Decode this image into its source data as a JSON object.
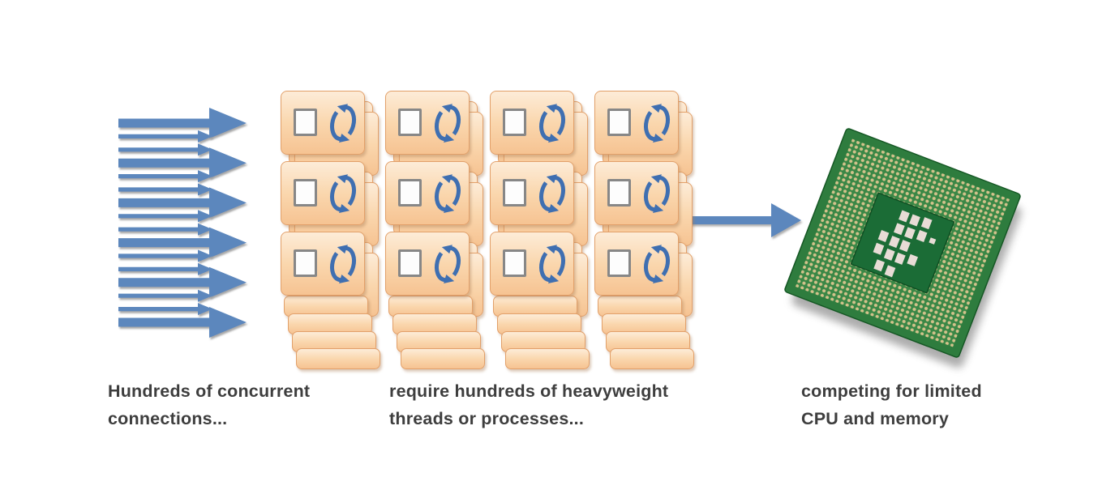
{
  "captions": [
    {
      "line1": "Hundreds of concurrent",
      "line2": "connections..."
    },
    {
      "line1": "require hundreds of heavyweight",
      "line2": "threads or processes..."
    },
    {
      "line1": "competing for limited",
      "line2": "CPU and memory"
    }
  ],
  "caption_text_color": "#3e3e3e",
  "connections_arrows": {
    "total": 16,
    "thick_count": 6,
    "thin_count": 10,
    "thick_every": 3,
    "color": "#5b87bd",
    "shadow_color": "#999999"
  },
  "process_grid": {
    "columns": 4,
    "rows": 3,
    "stack_edges_per_column": 4,
    "card_top_color": "#fdecd8",
    "card_mid_color": "#fad7ae",
    "card_bottom_color": "#f6c392",
    "card_border_color": "#e2a06a",
    "card_shadow_color": "rgba(170,125,85,0.4)",
    "checkbox_border_color": "#878787",
    "refresh_icon_color": "#3f6fb1"
  },
  "flow_arrow": {
    "color": "#5b87bd"
  },
  "cpu": {
    "board_color": "#2e7c3e",
    "board_edge_color": "#155724",
    "pin_field_color": "#3a8746",
    "pin_color": "#d3c28b",
    "center_color": "#1b6c36",
    "component_color": "#e8dcd6",
    "component_edge_color": "#937570",
    "shadow_color": "#6a6a6a"
  }
}
